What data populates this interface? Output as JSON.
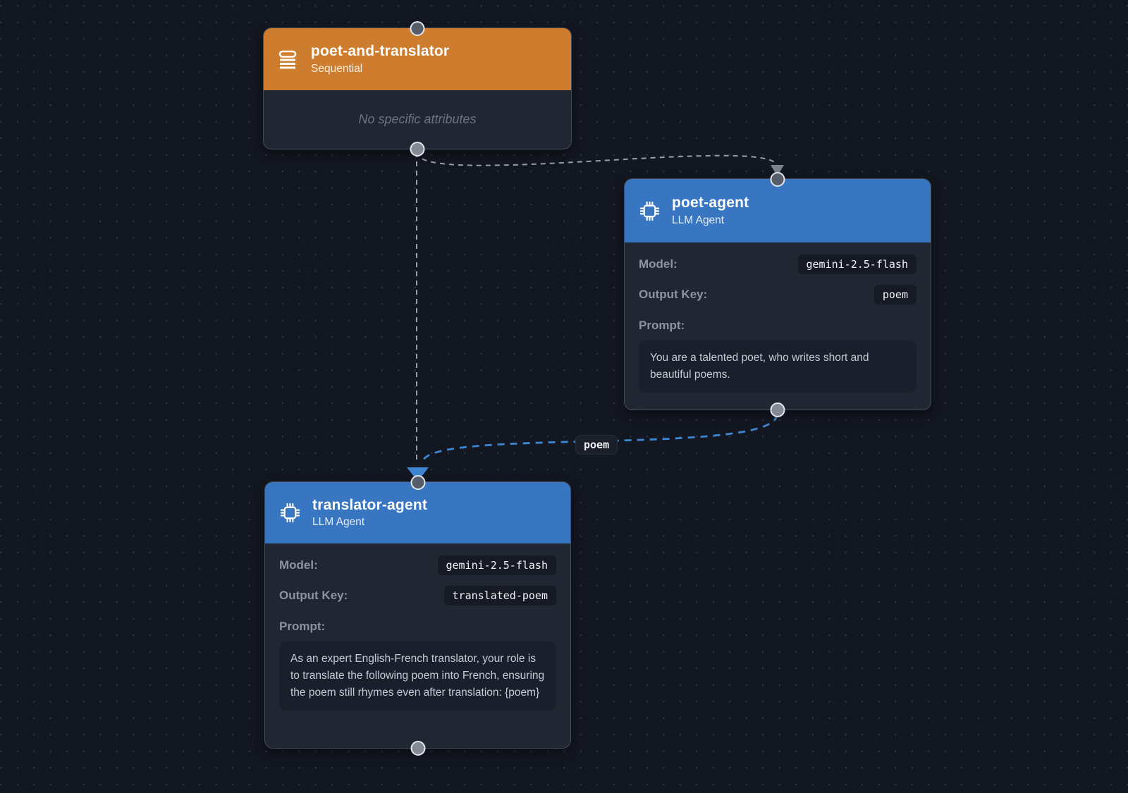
{
  "canvas": {
    "background_color": "#131721",
    "dot_color": "#2a3040",
    "accent_orange": "#cd7d2d",
    "accent_blue": "#3876c2",
    "edge_gray_color": "#98a0ad",
    "edge_blue_color": "#3e86d2"
  },
  "nodes": [
    {
      "id": "poet-and-translator",
      "title": "poet-and-translator",
      "subtitle": "Sequential",
      "icon": "list-icon",
      "empty_text": "No specific attributes"
    },
    {
      "id": "poet-agent",
      "title": "poet-agent",
      "subtitle": "LLM Agent",
      "icon": "chip-icon",
      "fields": {
        "model_label": "Model:",
        "model_value": "gemini-2.5-flash",
        "output_key_label": "Output Key:",
        "output_key_value": "poem",
        "prompt_label": "Prompt:",
        "prompt_text": "You are a talented poet, who writes short and beautiful poems."
      }
    },
    {
      "id": "translator-agent",
      "title": "translator-agent",
      "subtitle": "LLM Agent",
      "icon": "chip-icon",
      "fields": {
        "model_label": "Model:",
        "model_value": "gemini-2.5-flash",
        "output_key_label": "Output Key:",
        "output_key_value": "translated-poem",
        "prompt_label": "Prompt:",
        "prompt_text": "As an expert English-French translator, your role is to translate the following poem into French, ensuring the poem still rhymes even after translation: {poem}"
      }
    }
  ],
  "edges": [
    {
      "from": "poet-and-translator",
      "to": "poet-agent",
      "type": "hierarchy",
      "label": ""
    },
    {
      "from": "poet-and-translator",
      "to": "translator-agent",
      "type": "hierarchy",
      "label": ""
    },
    {
      "from": "poet-agent",
      "to": "translator-agent",
      "type": "data",
      "label": "poem"
    }
  ]
}
